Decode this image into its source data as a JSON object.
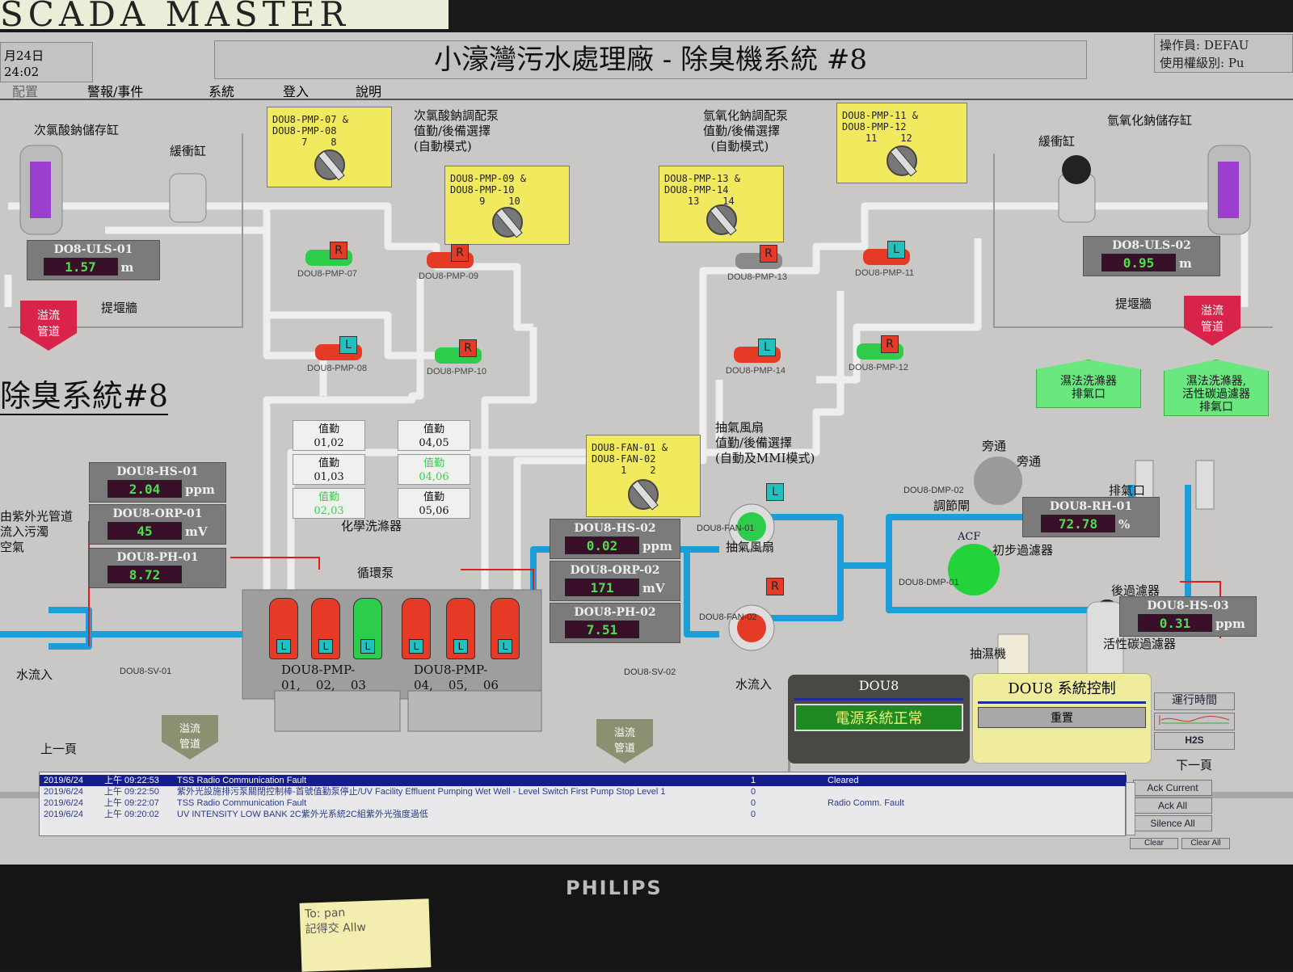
{
  "sticker": "SCADA  MASTER",
  "brand": "PHILIPS",
  "note": "To: pan\n記得交 Allw",
  "header": {
    "date": "月24日",
    "time": "24:02",
    "title": "小濠灣污水處理廠 - 除臭機系統 #8",
    "operator_label": "操作員:",
    "operator": "DEFAU",
    "level_label": "使用權級別:",
    "level": "Pu"
  },
  "menu": [
    "配置",
    "警報/事件",
    "系統",
    "登入",
    "說明"
  ],
  "selectors": [
    {
      "text": "DOU8-PMP-07 &\nDOU8-PMP-08\n     7    8"
    },
    {
      "text": "DOU8-PMP-09 &\nDOU8-PMP-10\n     9    10"
    },
    {
      "text": "DOU8-PMP-13 &\nDOU8-PMP-14\n    13    14"
    },
    {
      "text": "DOU8-PMP-11 &\nDOU8-PMP-12\n    11    12"
    },
    {
      "text": "DOU8-FAN-01 &\nDOU8-FAN-02\n     1    2"
    }
  ],
  "labels": {
    "hypo_tank": "次氯酸鈉儲存缸",
    "buffer_left": "緩衝缸",
    "hypo_pump_sel": "次氯酸鈉調配泵\n值勤/後備選擇\n(自動模式)",
    "naoh_pump_sel": "氫氧化鈉調配泵\n值勤/後備選擇\n  (自動模式)",
    "buffer_right": "緩衝缸",
    "naoh_tank": "氫氧化鈉儲存缸",
    "bund_left": "提堰牆",
    "bund_right": "提堰牆",
    "system_title": "除臭系統#8",
    "scrubber": "化學洗滌器",
    "circ_pump": "循環泵",
    "fan_sel": "抽氣風扇\n值勤/後備選擇\n(自動及MMI模式)",
    "fan2": "抽氣風扇",
    "damper": "調節閘",
    "bypass": "旁通",
    "bypass_circle": "旁通",
    "exhaust": "排氣口",
    "prefilter": "初步過濾器",
    "postfilter": "後過濾器",
    "acf": "ACF",
    "acf_filter": "活性碳過濾器",
    "dehumid": "抽濕機",
    "uv_inlet": "由紫外光管道\n流入污濁\n空氣",
    "water_in_left": "水流入",
    "water_in_right": "水流入",
    "prev_page": "上一頁",
    "next_page": "下一頁",
    "pmp_group1": "DOU8-PMP-\n01,    02,    03",
    "pmp_group2": "DOU8-PMP-\n04,    05,    06",
    "sv01": "DOU8-SV-01",
    "sv02": "DOU8-SV-02",
    "fan01": "DOU8-FAN-01",
    "fan02": "DOU8-FAN-02",
    "dmp01": "DOU8-DMP-01",
    "dmp02": "DOU8-DMP-02"
  },
  "buttons": {
    "overflow_red_left": "溢流\n管道",
    "overflow_red_right": "溢流\n管道",
    "overflow_olive_1": "溢流\n管道",
    "overflow_olive_2": "溢流\n管道",
    "wet_scrubber_exhaust": "濕法洗滌器\n排氣口",
    "acf_exhaust": "濕法洗滌器,\n活性碳過濾器\n排氣口"
  },
  "gauges": [
    {
      "tag": "DO8-ULS-01",
      "value": "1.57",
      "unit": "m"
    },
    {
      "tag": "DO8-ULS-02",
      "value": "0.95",
      "unit": "m"
    },
    {
      "tag": "DOU8-HS-01",
      "value": "2.04",
      "unit": "ppm"
    },
    {
      "tag": "DOU8-ORP-01",
      "value": "45",
      "unit": "mV"
    },
    {
      "tag": "DOU8-PH-01",
      "value": "8.72",
      "unit": ""
    },
    {
      "tag": "DOU8-HS-02",
      "value": "0.02",
      "unit": "ppm"
    },
    {
      "tag": "DOU8-ORP-02",
      "value": "171",
      "unit": "mV"
    },
    {
      "tag": "DOU8-PH-02",
      "value": "7.51",
      "unit": ""
    },
    {
      "tag": "DOU8-RH-01",
      "value": "72.78",
      "unit": "%"
    },
    {
      "tag": "DOU8-HS-03",
      "value": "0.31",
      "unit": "ppm"
    }
  ],
  "pumps": [
    {
      "tag": "DOU8-PMP-07",
      "mode": "R",
      "color": "#2dcc4a"
    },
    {
      "tag": "DOU8-PMP-09",
      "mode": "R",
      "color": "#e53a26"
    },
    {
      "tag": "DOU8-PMP-08",
      "mode": "L",
      "color": "#e53a26"
    },
    {
      "tag": "DOU8-PMP-10",
      "mode": "R",
      "color": "#2dcc4a"
    },
    {
      "tag": "DOU8-PMP-13",
      "mode": "R",
      "color": "#8a8a8a"
    },
    {
      "tag": "DOU8-PMP-11",
      "mode": "L",
      "color": "#e53a26"
    },
    {
      "tag": "DOU8-PMP-14",
      "mode": "L",
      "color": "#e53a26"
    },
    {
      "tag": "DOU8-PMP-12",
      "mode": "R",
      "color": "#2dcc4a"
    }
  ],
  "duty": [
    {
      "title": "值勤",
      "pumps": "01,02",
      "active": false
    },
    {
      "title": "值勤",
      "pumps": "04,05",
      "active": false
    },
    {
      "title": "值勤",
      "pumps": "01,03",
      "active": false
    },
    {
      "title": "值勤",
      "pumps": "04,06",
      "active": true
    },
    {
      "title": "值勤",
      "pumps": "02,03",
      "active": true
    },
    {
      "title": "值勤",
      "pumps": "05,06",
      "active": false
    }
  ],
  "circ_pumps": [
    {
      "color": "#e53a26"
    },
    {
      "color": "#e53a26"
    },
    {
      "color": "#2dcc4a"
    },
    {
      "color": "#e53a26"
    },
    {
      "color": "#e53a26"
    },
    {
      "color": "#e53a26"
    }
  ],
  "fans": [
    {
      "mode": "L",
      "color": "#2dcc4a"
    },
    {
      "mode": "R",
      "color": "#e53a26"
    }
  ],
  "status_panel": {
    "title": "DOU8",
    "status": "電源系統正常"
  },
  "control_panel": {
    "title": "DOU8  系統控制",
    "reset": "重置",
    "runtime": "運行時間",
    "trend": "",
    "h2s": "H2S"
  },
  "alarms": [
    {
      "date": "2019/6/24",
      "time": "上午 09:22:53",
      "desc": "TSS Radio Communication Fault",
      "count": "1",
      "state": "Cleared"
    },
    {
      "date": "2019/6/24",
      "time": "上午 09:22:50",
      "desc": "紫外光設施排污泵關閉控制棒-首號值勤泵停止/UV Facility Effluent Pumping Wet Well - Level Switch First Pump Stop Level 1",
      "count": "0",
      "state": ""
    },
    {
      "date": "2019/6/24",
      "time": "上午 09:22:07",
      "desc": "TSS Radio Communication Fault",
      "count": "0",
      "state": "Radio Comm. Fault"
    },
    {
      "date": "2019/6/24",
      "time": "上午 09:20:02",
      "desc": "UV INTENSITY LOW BANK 2C紫外光系統2C組紫外光強度過低",
      "count": "0",
      "state": ""
    }
  ],
  "alarm_buttons": [
    "Ack Current",
    "Ack All",
    "Silence All",
    "Clear",
    "Clear All"
  ]
}
